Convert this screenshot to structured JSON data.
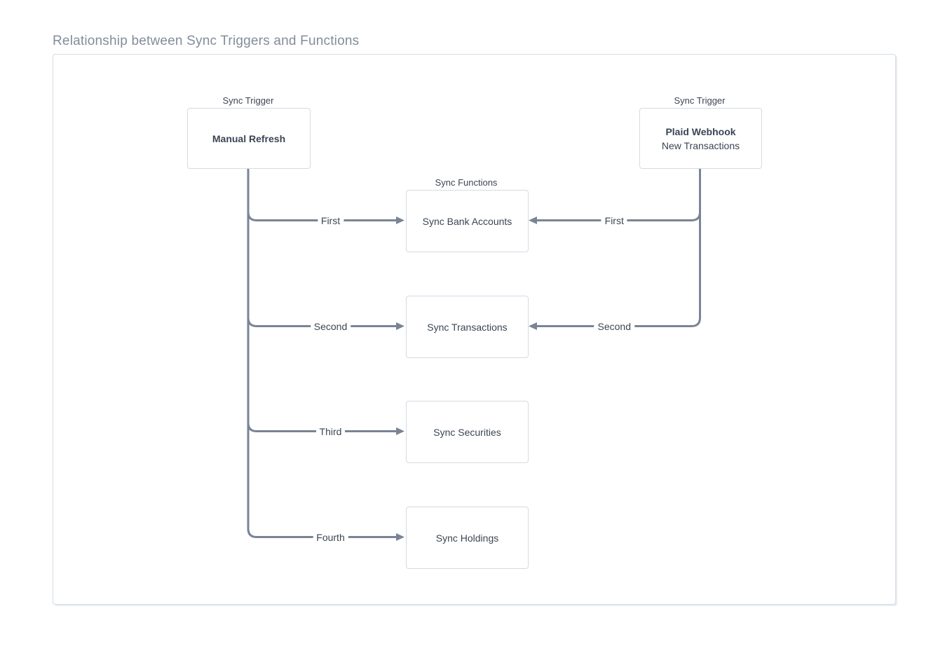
{
  "title": "Relationship between Sync Triggers and Functions",
  "diagram": {
    "triggers": [
      {
        "id": "manual-refresh",
        "group_label": "Sync Trigger",
        "title": "Manual Refresh",
        "subtitle": ""
      },
      {
        "id": "plaid-webhook",
        "group_label": "Sync Trigger",
        "title": "Plaid Webhook",
        "subtitle": "New Transactions"
      }
    ],
    "functions_label": "Sync Functions",
    "functions": [
      {
        "id": "sync-bank-accounts",
        "label": "Sync Bank Accounts"
      },
      {
        "id": "sync-transactions",
        "label": "Sync Transactions"
      },
      {
        "id": "sync-securities",
        "label": "Sync Securities"
      },
      {
        "id": "sync-holdings",
        "label": "Sync Holdings"
      }
    ],
    "connections": [
      {
        "from": "manual-refresh",
        "to": "sync-bank-accounts",
        "label": "First"
      },
      {
        "from": "manual-refresh",
        "to": "sync-transactions",
        "label": "Second"
      },
      {
        "from": "manual-refresh",
        "to": "sync-securities",
        "label": "Third"
      },
      {
        "from": "manual-refresh",
        "to": "sync-holdings",
        "label": "Fourth"
      },
      {
        "from": "plaid-webhook",
        "to": "sync-bank-accounts",
        "label": "First"
      },
      {
        "from": "plaid-webhook",
        "to": "sync-transactions",
        "label": "Second"
      }
    ],
    "colors": {
      "connector": "#7a8494",
      "box_border": "#d3dbe4",
      "box_text": "#3a4553",
      "title_text": "#828d9a",
      "panel_border": "#d4dce6"
    }
  }
}
